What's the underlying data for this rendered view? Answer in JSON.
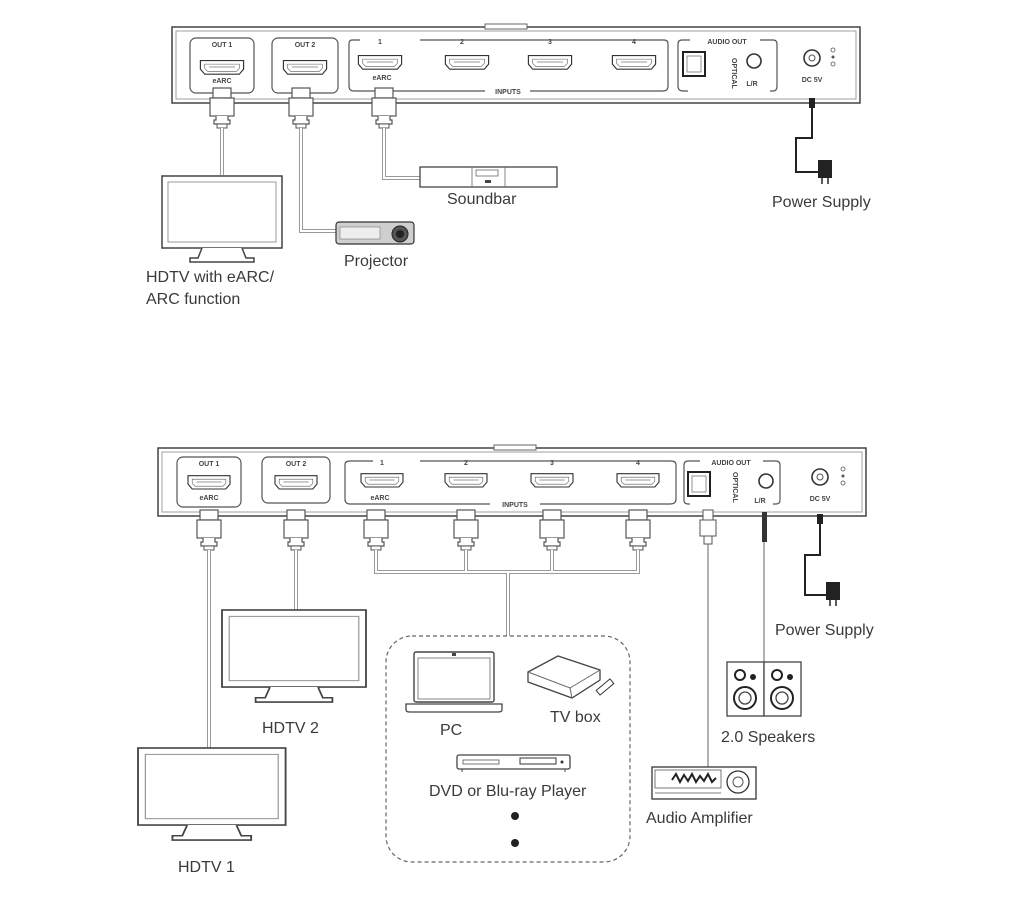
{
  "diagram_top": {
    "ports": {
      "out1": "OUT 1",
      "out2": "OUT 2",
      "out1_sub": "eARC",
      "in1": "1",
      "in2": "2",
      "in3": "3",
      "in4": "4",
      "in1_sub": "eARC",
      "inputs_group": "INPUTS",
      "audio_out": "AUDIO OUT",
      "optical": "OPTICAL",
      "lr": "L/R",
      "dc": "DC 5V"
    },
    "devices": {
      "hdtv_line1": "HDTV with eARC/",
      "hdtv_line2": "ARC function",
      "projector": "Projector",
      "soundbar": "Soundbar",
      "power": "Power Supply"
    }
  },
  "diagram_bottom": {
    "ports": {
      "out1": "OUT 1",
      "out2": "OUT 2",
      "out1_sub": "eARC",
      "in1": "1",
      "in2": "2",
      "in3": "3",
      "in4": "4",
      "in1_sub": "eARC",
      "inputs_group": "INPUTS",
      "audio_out": "AUDIO OUT",
      "optical": "OPTICAL",
      "lr": "L/R",
      "dc": "DC 5V"
    },
    "devices": {
      "hdtv1": "HDTV 1",
      "hdtv2": "HDTV 2",
      "pc": "PC",
      "tvbox": "TV box",
      "dvd": "DVD or Blu-ray Player",
      "speakers": "2.0 Speakers",
      "amplifier": "Audio Amplifier",
      "power": "Power Supply"
    }
  }
}
